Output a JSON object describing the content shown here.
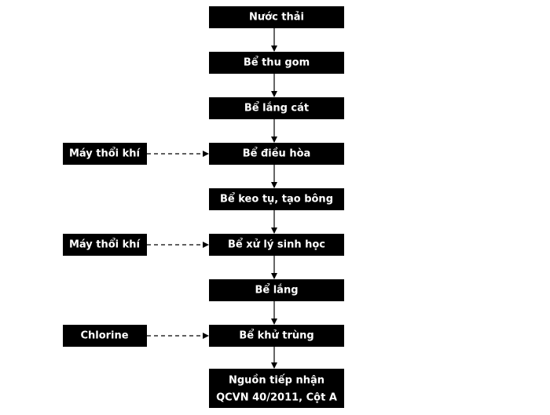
{
  "main_steps": [
    {
      "label": "Nước thải"
    },
    {
      "label": "Bể thu gom"
    },
    {
      "label": "Bể lắng cát"
    },
    {
      "label": "Bể điều hòa"
    },
    {
      "label": "Bể keo tụ, tạo bông"
    },
    {
      "label": "Bể xử lý sinh học"
    },
    {
      "label": "Bể lắng"
    },
    {
      "label": "Bể khử trùng"
    },
    {
      "label_line1": "Nguồn tiếp nhận",
      "label_line2": "QCVN 40/2011, Cột A"
    }
  ],
  "side_inputs": [
    {
      "label": "Máy thổi khí"
    },
    {
      "label": "Máy thổi khí"
    },
    {
      "label": "Chlorine"
    }
  ],
  "colors": {
    "box_fill": "#000000",
    "box_text": "#ffffff",
    "connector": "#000000"
  }
}
